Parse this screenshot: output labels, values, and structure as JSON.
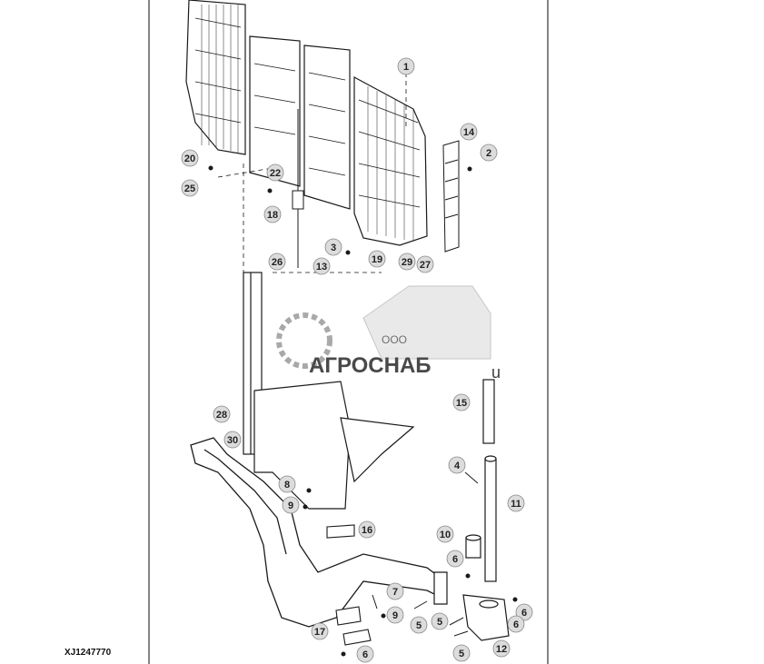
{
  "figure_id": "XJ1247770",
  "watermark": {
    "prefix": "ООО",
    "name": "АГРОСНАБ",
    "suffix": "u"
  },
  "colors": {
    "line": "#1a1a1a",
    "callout_fill": "#dcdcdc",
    "watermark": "#9a9a9a"
  },
  "callouts": [
    {
      "label": "1"
    },
    {
      "label": "14"
    },
    {
      "label": "2"
    },
    {
      "label": "20"
    },
    {
      "label": "22"
    },
    {
      "label": "25"
    },
    {
      "label": "18"
    },
    {
      "label": "3"
    },
    {
      "label": "26"
    },
    {
      "label": "13"
    },
    {
      "label": "19"
    },
    {
      "label": "29"
    },
    {
      "label": "27"
    },
    {
      "label": "15"
    },
    {
      "label": "28"
    },
    {
      "label": "30"
    },
    {
      "label": "4"
    },
    {
      "label": "11"
    },
    {
      "label": "8"
    },
    {
      "label": "9"
    },
    {
      "label": "16"
    },
    {
      "label": "10"
    },
    {
      "label": "6"
    },
    {
      "label": "7"
    },
    {
      "label": "9"
    },
    {
      "label": "5"
    },
    {
      "label": "5"
    },
    {
      "label": "6"
    },
    {
      "label": "6"
    },
    {
      "label": "17"
    },
    {
      "label": "6"
    },
    {
      "label": "5"
    },
    {
      "label": "12"
    }
  ]
}
